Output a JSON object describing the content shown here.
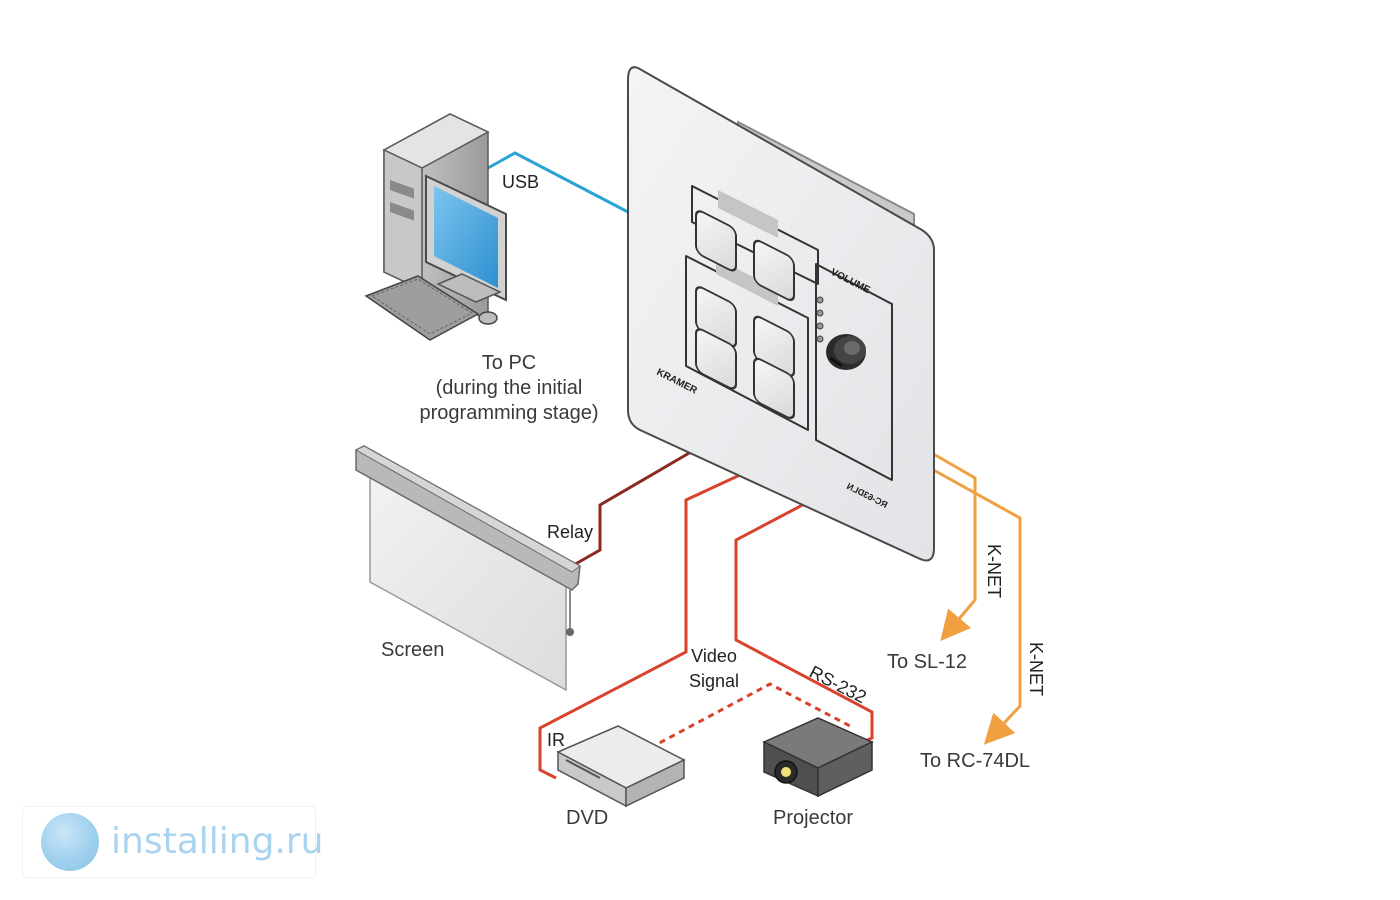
{
  "panel": {
    "brand": "KRAMER",
    "model": "RC-63DLN",
    "volume_label": "VOLUME"
  },
  "pc": {
    "label_line1": "To PC",
    "label_line2": "(during the initial",
    "label_line3": "programming stage)"
  },
  "connections": {
    "usb": "USB",
    "relay": "Relay",
    "video_signal_line1": "Video",
    "video_signal_line2": "Signal",
    "rs232": "RS-232",
    "ir": "IR",
    "knet_1": "K-NET",
    "knet_2": "K-NET"
  },
  "devices": {
    "screen": "Screen",
    "dvd": "DVD",
    "projector": "Projector",
    "to_sl12": "To SL-12",
    "to_rc74dl": "To RC-74DL"
  },
  "colors": {
    "usb_cable": "#29a3d6",
    "relay_cable": "#8b2a1f",
    "signal_cable": "#d9432e",
    "knet_cable": "#f0a040"
  },
  "watermark": {
    "text": "installing.ru"
  }
}
